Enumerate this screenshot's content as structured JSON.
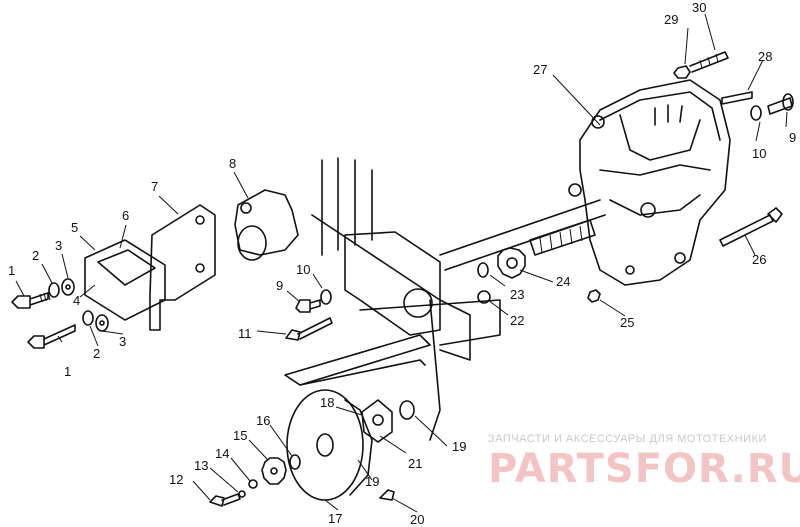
{
  "diagram": {
    "callouts": [
      {
        "id": "1a",
        "text": "1"
      },
      {
        "id": "1b",
        "text": "1"
      },
      {
        "id": "2a",
        "text": "2"
      },
      {
        "id": "2b",
        "text": "2"
      },
      {
        "id": "3a",
        "text": "3"
      },
      {
        "id": "3b",
        "text": "3"
      },
      {
        "id": "4",
        "text": "4"
      },
      {
        "id": "5",
        "text": "5"
      },
      {
        "id": "6",
        "text": "6"
      },
      {
        "id": "7",
        "text": "7"
      },
      {
        "id": "8",
        "text": "8"
      },
      {
        "id": "9a",
        "text": "9"
      },
      {
        "id": "9b",
        "text": "9"
      },
      {
        "id": "10a",
        "text": "10"
      },
      {
        "id": "10b",
        "text": "10"
      },
      {
        "id": "11",
        "text": "11"
      },
      {
        "id": "12",
        "text": "12"
      },
      {
        "id": "13",
        "text": "13"
      },
      {
        "id": "14",
        "text": "14"
      },
      {
        "id": "15",
        "text": "15"
      },
      {
        "id": "16",
        "text": "16"
      },
      {
        "id": "17",
        "text": "17"
      },
      {
        "id": "18",
        "text": "18"
      },
      {
        "id": "19a",
        "text": "19"
      },
      {
        "id": "19b",
        "text": "19"
      },
      {
        "id": "20",
        "text": "20"
      },
      {
        "id": "21",
        "text": "21"
      },
      {
        "id": "22",
        "text": "22"
      },
      {
        "id": "23",
        "text": "23"
      },
      {
        "id": "24",
        "text": "24"
      },
      {
        "id": "25",
        "text": "25"
      },
      {
        "id": "26",
        "text": "26"
      },
      {
        "id": "27",
        "text": "27"
      },
      {
        "id": "28",
        "text": "28"
      },
      {
        "id": "29",
        "text": "29"
      },
      {
        "id": "30",
        "text": "30"
      }
    ]
  },
  "watermark": {
    "tagline": "ЗАПЧАСТИ И АКСЕССУАРЫ ДЛЯ МОТОТЕХНИКИ",
    "brand": "PARTSFOR.RU"
  },
  "colors": {
    "ink": "#111111",
    "watermark_brand": "#f2c4c4",
    "watermark_tagline": "#c9c9c9"
  }
}
